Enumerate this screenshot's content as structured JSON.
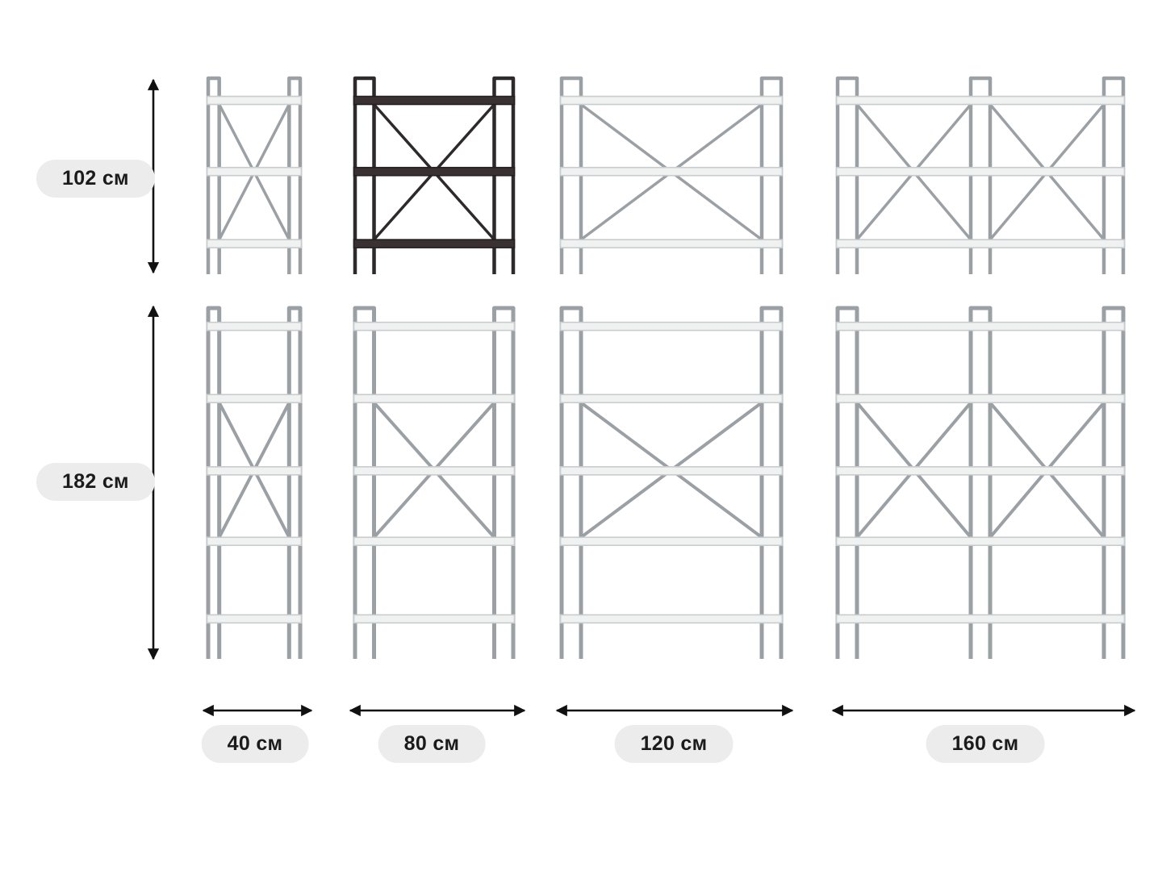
{
  "diagram": {
    "description": "Shelving unit size chart",
    "rows": [
      {
        "label": "102 см",
        "height_cm": 102,
        "shelf_count": 3
      },
      {
        "label": "182 см",
        "height_cm": 182,
        "shelf_count": 5
      }
    ],
    "columns": [
      {
        "label": "40 см",
        "width_cm": 40
      },
      {
        "label": "80 см",
        "width_cm": 80
      },
      {
        "label": "120 см",
        "width_cm": 120
      },
      {
        "label": "160 см",
        "width_cm": 160
      }
    ],
    "variants": [
      {
        "height_cm": 102,
        "width_cm": 40,
        "finish": "light",
        "highlighted": false
      },
      {
        "height_cm": 102,
        "width_cm": 80,
        "finish": "dark",
        "highlighted": true
      },
      {
        "height_cm": 102,
        "width_cm": 120,
        "finish": "light",
        "highlighted": false
      },
      {
        "height_cm": 102,
        "width_cm": 160,
        "finish": "light",
        "highlighted": false
      },
      {
        "height_cm": 182,
        "width_cm": 40,
        "finish": "light",
        "highlighted": false
      },
      {
        "height_cm": 182,
        "width_cm": 80,
        "finish": "light",
        "highlighted": false
      },
      {
        "height_cm": 182,
        "width_cm": 120,
        "finish": "light",
        "highlighted": false
      },
      {
        "height_cm": 182,
        "width_cm": 160,
        "finish": "light",
        "highlighted": false
      }
    ],
    "icons": {
      "height_arrow": "double-headed-vertical-arrow-icon",
      "width_arrow": "double-headed-horizontal-arrow-icon"
    },
    "colors": {
      "background": "#ffffff",
      "frame_light": "#9aa0a4",
      "shelf_light_fill": "#f0f1f1",
      "shelf_light_edge": "#c7cccd",
      "frame_dark": "#2e2a2b",
      "shelf_dark_fill": "#3a3132",
      "shelf_dark_edge": "#231f20",
      "label_bg": "#ececec",
      "label_text": "#1b1b1b",
      "arrow": "#111111"
    }
  }
}
